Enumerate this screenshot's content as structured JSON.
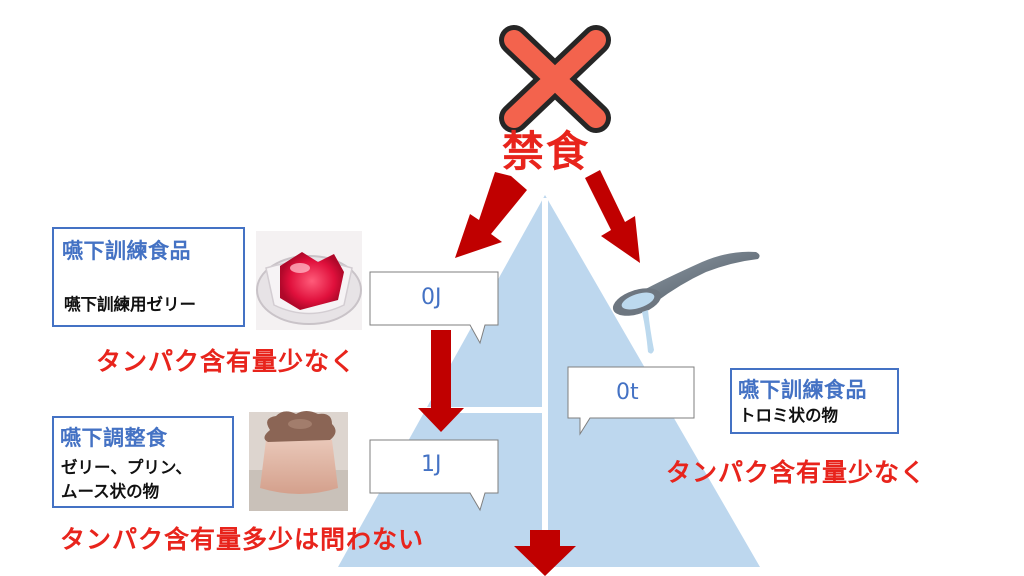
{
  "top": {
    "mark": "×",
    "label": "禁食"
  },
  "left_box_1": {
    "title": "嚥下訓練食品",
    "item": "嚥下訓練用ゼリー"
  },
  "left_box_2": {
    "title": "嚥下調整食",
    "line1": "ゼリー、プリン、",
    "line2": "ムース状の物"
  },
  "right_box": {
    "title": "嚥下訓練食品",
    "item": "トロミ状の物"
  },
  "callouts": {
    "c0j": "0J",
    "c1j": "1J",
    "c0t": "0t"
  },
  "notes": {
    "left_protein": "タンパク含有量少なく",
    "right_protein": "タンパク含有量少なく",
    "bottom_protein": "タンパク含有量多少は問わない"
  },
  "colors": {
    "accent_red": "#e8241c",
    "arrow_red": "#c00000",
    "pyramid_blue": "#bdd7ee",
    "box_border": "#4472c4"
  },
  "icons": [
    "cross-mark-icon",
    "jelly-photo",
    "pudding-photo",
    "spoon-icon"
  ]
}
